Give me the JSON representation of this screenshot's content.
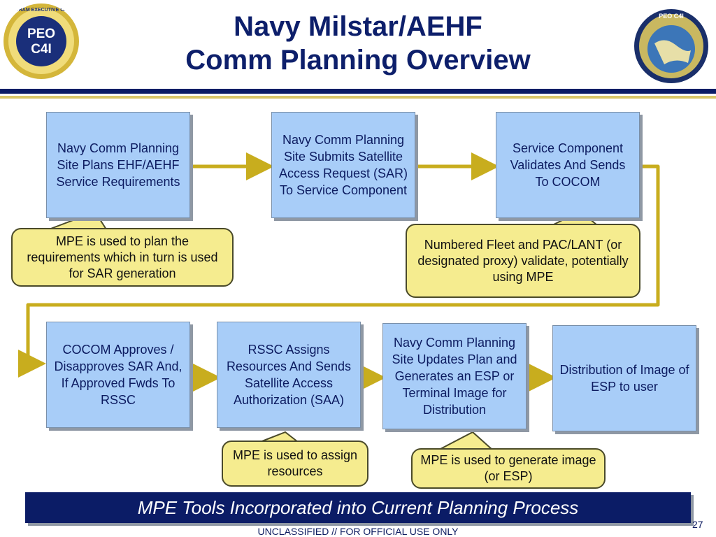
{
  "title": {
    "line1": "Navy Milstar/AEHF",
    "line2": "Comm Planning Overview"
  },
  "logos": {
    "left": {
      "lines": [
        "PEO",
        "C4I"
      ],
      "ring_text": "PROGRAM EXECUTIVE OFFICE"
    },
    "right": {
      "ring_text": "PEO C4I"
    }
  },
  "steps": [
    {
      "id": "s1",
      "text": "Navy Comm Planning Site Plans EHF/AEHF Service Requirements"
    },
    {
      "id": "s2",
      "text": "Navy Comm Planning Site Submits Satellite Access Request (SAR) To Service Component"
    },
    {
      "id": "s3",
      "text": "Service Component Validates And Sends To COCOM"
    },
    {
      "id": "s4",
      "text": "COCOM Approves / Disapproves SAR And, If Approved Fwds To RSSC"
    },
    {
      "id": "s5",
      "text": "RSSC Assigns Resources And Sends Satellite Access Authorization (SAA)"
    },
    {
      "id": "s6",
      "text": "Navy Comm Planning Site Updates Plan and Generates an ESP or Terminal Image for Distribution"
    },
    {
      "id": "s7",
      "text": "Distribution of Image of ESP to user"
    }
  ],
  "callouts": [
    {
      "id": "c1",
      "text": "MPE is used to plan the requirements which in turn is used for SAR generation"
    },
    {
      "id": "c2",
      "text": "Numbered Fleet and PAC/LANT (or designated proxy) validate, potentially using MPE"
    },
    {
      "id": "c3",
      "text": "MPE is used to assign resources"
    },
    {
      "id": "c4",
      "text": "MPE is used to generate image (or ESP)"
    }
  ],
  "banner": "MPE Tools Incorporated into Current Planning Process",
  "footer": "UNCLASSIFIED // FOR OFFICIAL USE ONLY",
  "page_number": "27",
  "colors": {
    "navy": "#0b1c66",
    "box_fill": "#a8cdf8",
    "callout_fill": "#f5ec8f",
    "connector_gold": "#c8ad1e"
  }
}
